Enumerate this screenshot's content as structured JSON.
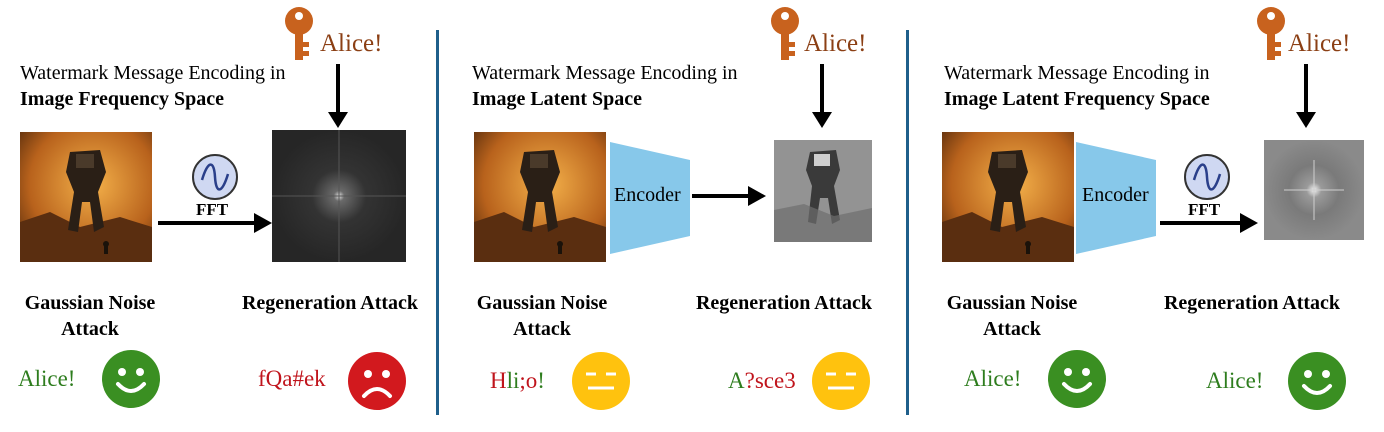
{
  "colors": {
    "divider": "#1f5f8b",
    "key": "#c8621e",
    "alice_top": "#8b3f14",
    "encoder": "#87c8ea",
    "happy_face": "#3a8f22",
    "sad_face": "#d2191e",
    "neutral_face": "#ffc20e",
    "success_text": "#2e7d1e",
    "fail_text": "#c0141c"
  },
  "panels": [
    {
      "title_line1": "Watermark Message Encoding in",
      "title_line2": "Image Frequency Space",
      "message": "Alice!",
      "transform_label": "FFT",
      "encoder_label": "",
      "gaussian_attack": "Gaussian Noise Attack",
      "regeneration_attack": "Regeneration Attack",
      "gaussian_result_parts": [
        {
          "text": "Alice!",
          "ok": true
        }
      ],
      "gaussian_face": "happy",
      "regen_result_parts": [
        {
          "text": "fQa#ek",
          "ok": false
        }
      ],
      "regen_face": "sad"
    },
    {
      "title_line1": "Watermark Message Encoding in",
      "title_line2": "Image Latent Space",
      "message": "Alice!",
      "transform_label": "",
      "encoder_label": "Encoder",
      "gaussian_attack": "Gaussian Noise Attack",
      "regeneration_attack": "Regeneration Attack",
      "gaussian_result_parts": [
        {
          "text": "H",
          "ok": false
        },
        {
          "text": "li",
          "ok": true
        },
        {
          "text": ";",
          "ok": false
        },
        {
          "text": "o",
          "ok": false
        },
        {
          "text": "!",
          "ok": true
        }
      ],
      "gaussian_face": "neutral",
      "regen_result_parts": [
        {
          "text": "A",
          "ok": true
        },
        {
          "text": "?sce3",
          "ok": false
        }
      ],
      "regen_face": "neutral"
    },
    {
      "title_line1": "Watermark Message Encoding in",
      "title_line2": "Image Latent Frequency Space",
      "message": "Alice!",
      "transform_label": "FFT",
      "encoder_label": "Encoder",
      "gaussian_attack": "Gaussian Noise Attack",
      "regeneration_attack": "Regeneration Attack",
      "gaussian_result_parts": [
        {
          "text": "Alice!",
          "ok": true
        }
      ],
      "gaussian_face": "happy",
      "regen_result_parts": [
        {
          "text": "Alice!",
          "ok": true
        }
      ],
      "regen_face": "happy"
    }
  ]
}
